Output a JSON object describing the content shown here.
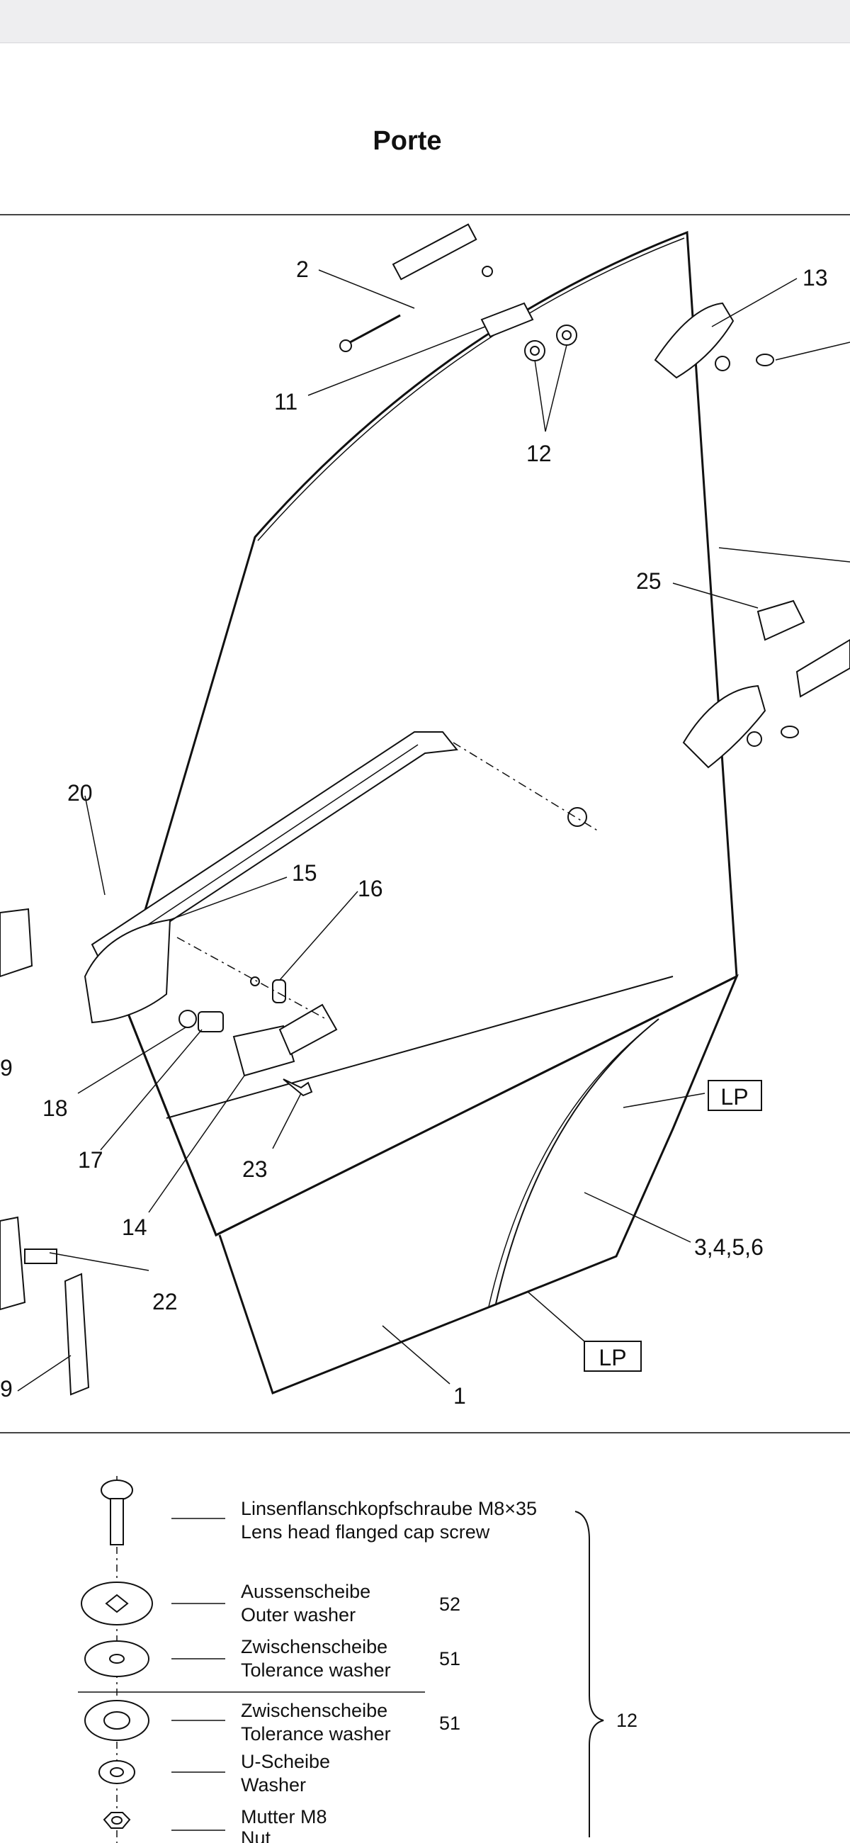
{
  "title": "Porte",
  "callouts": {
    "c1": "1",
    "c2": "2",
    "c3456": "3,4,5,6",
    "c9a": "9",
    "c9b": "9",
    "c11": "11",
    "c12": "12",
    "c13": "13",
    "c14": "14",
    "c15": "15",
    "c16": "16",
    "c17": "17",
    "c18": "18",
    "c20": "20",
    "c22": "22",
    "c23": "23",
    "c25": "25",
    "lp1": "LP",
    "lp2": "LP"
  },
  "legend": {
    "items": [
      {
        "name_de": "Linsenflanschkopfschraube M8×35",
        "name_en": "Lens head flanged cap screw",
        "qty": ""
      },
      {
        "name_de": "Aussenscheibe",
        "name_en": "Outer washer",
        "qty": "52"
      },
      {
        "name_de": "Zwischenscheibe",
        "name_en": "Tolerance washer",
        "qty": "51"
      },
      {
        "name_de": "Zwischenscheibe",
        "name_en": "Tolerance washer",
        "qty": "51"
      },
      {
        "name_de": "U-Scheibe",
        "name_en": "Washer",
        "qty": ""
      },
      {
        "name_de": "Mutter M8",
        "name_en": "Nut",
        "qty": ""
      }
    ],
    "group_label": "12"
  }
}
